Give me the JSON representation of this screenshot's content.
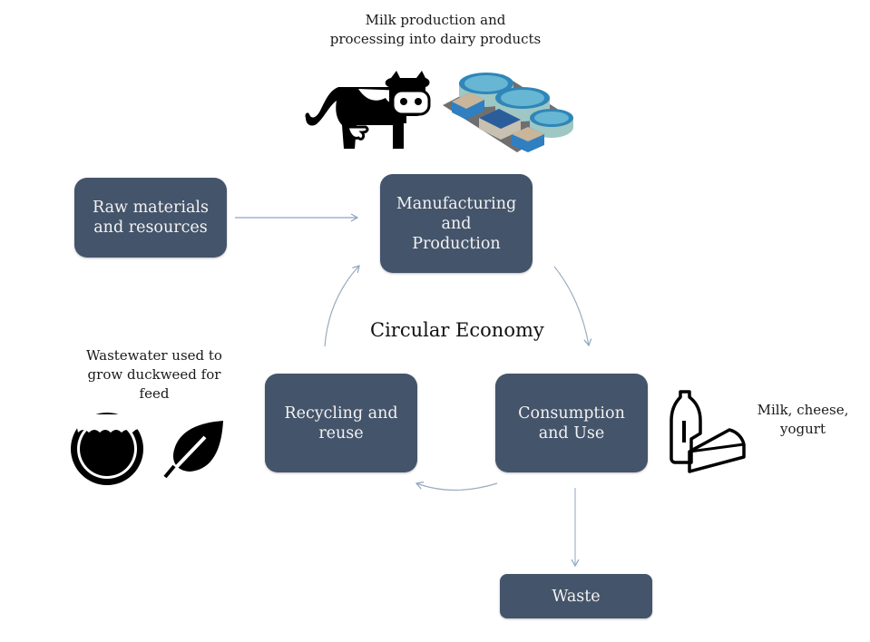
{
  "diagram": {
    "title": "Circular Economy",
    "nodes": {
      "raw_materials": "Raw materials and resources",
      "manufacturing": [
        "Manufacturing",
        "and",
        "Production"
      ],
      "consumption": [
        "Consumption",
        "and Use"
      ],
      "recycling": [
        "Recycling and",
        "reuse"
      ],
      "waste": "Waste"
    },
    "annotations": {
      "milk_production": [
        "Milk production and",
        "processing into dairy products"
      ],
      "wastewater": [
        "Wastewater used to",
        "grow duckweed for",
        "feed"
      ],
      "dairy_products": [
        "Milk, cheese,",
        "yogurt"
      ]
    },
    "icons": [
      "cow-icon",
      "treatment-plant-icon",
      "water-tank-icon",
      "leaf-icon",
      "milk-bottle-icon",
      "cheese-icon"
    ],
    "edges": [
      {
        "from": "raw_materials",
        "to": "manufacturing"
      },
      {
        "from": "manufacturing",
        "to": "consumption"
      },
      {
        "from": "consumption",
        "to": "recycling"
      },
      {
        "from": "recycling",
        "to": "manufacturing"
      },
      {
        "from": "consumption",
        "to": "waste"
      }
    ],
    "colors": {
      "node_fill": "#44546a",
      "node_text": "#f2f2f2",
      "arrow": "#8fa3bf"
    }
  }
}
